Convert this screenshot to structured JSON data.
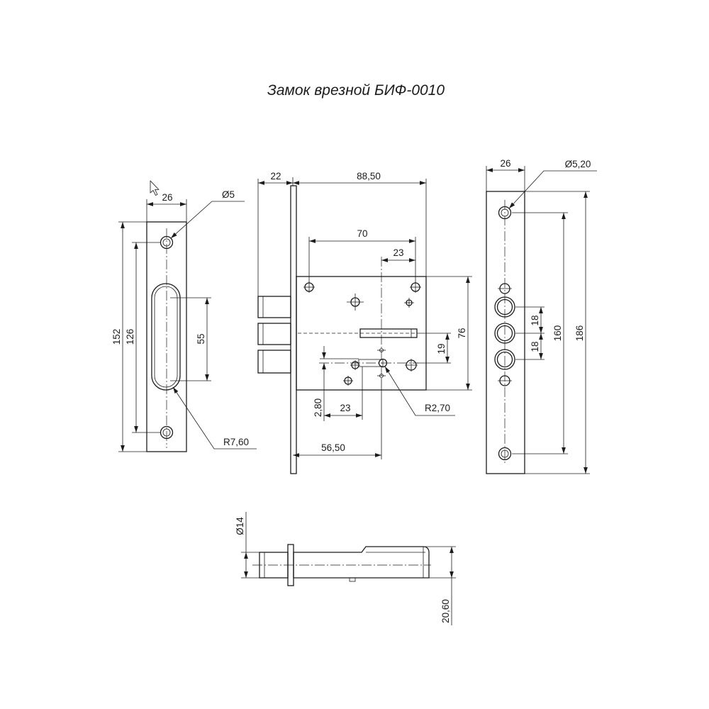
{
  "title": "Замок врезной БИФ-0010",
  "strike_plate_view": {
    "width": "26",
    "hole_diameter": "Ø5",
    "overall_height": "152",
    "hole_spacing": "126",
    "slot_length": "55",
    "slot_radius": "R7,60"
  },
  "side_view": {
    "bolt_projection": "22",
    "body_depth": "88,50",
    "mounting_hole_spacing": "70",
    "hole_offset": "23",
    "body_height": "76",
    "latch_to_key": "19",
    "key_offset_vertical": "2,80",
    "key_offset_horizontal": "23",
    "backset": "56,50",
    "key_radius": "R2,70"
  },
  "faceplate_view": {
    "width": "26",
    "hole_diameter": "Ø5,20",
    "bolt_pitch_upper": "18",
    "bolt_pitch_lower": "18",
    "hole_spacing": "160",
    "overall_height": "186"
  },
  "top_view": {
    "bolt_diameter": "Ø14",
    "body_thickness": "20,60"
  },
  "icons": {
    "pointer": "cursor-icon"
  },
  "colors": {
    "line": "#1c1c1c",
    "background": "#ffffff",
    "cursor_fill": "#ffffff"
  }
}
